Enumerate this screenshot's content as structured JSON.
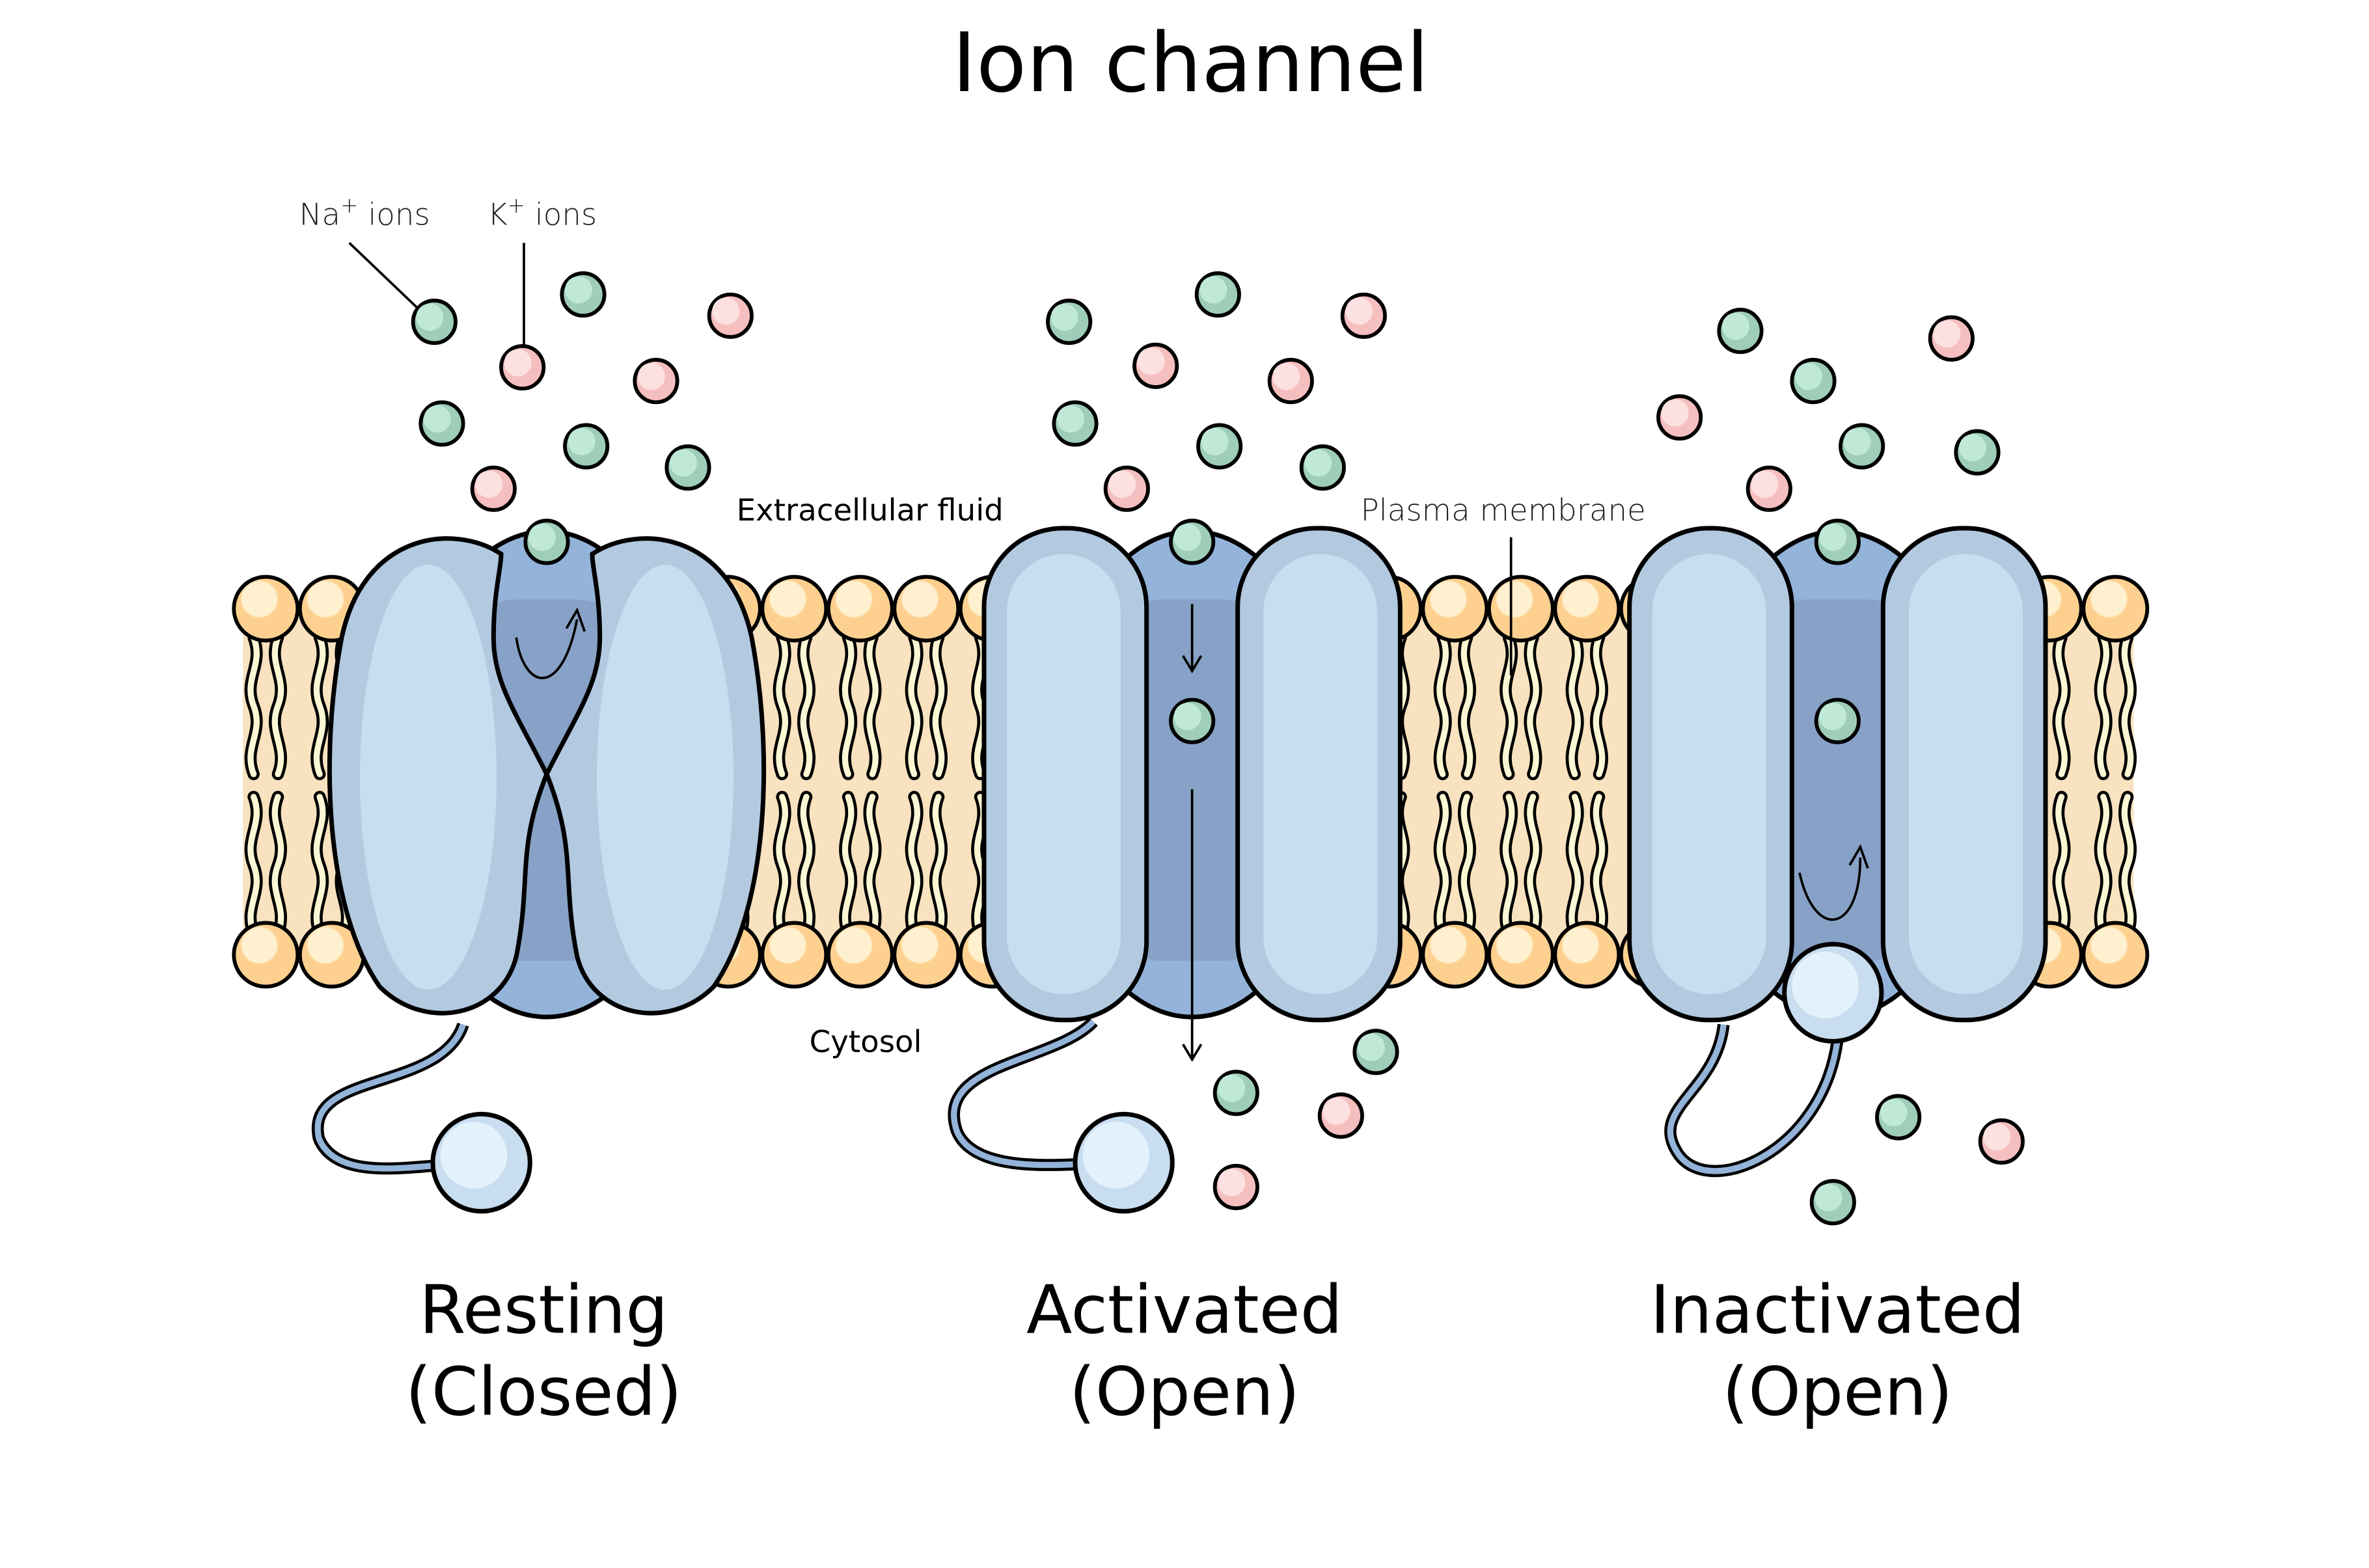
{
  "title": "Ion channel",
  "labels": {
    "na_ions": "Na",
    "na_sup": "+",
    "na_suffix": " ions",
    "k_ions": "K",
    "k_sup": "+",
    "k_suffix": " ions",
    "extracellular": "Extracellular fluid",
    "plasma_membrane": "Plasma membrane",
    "cytosol": "Cytosol"
  },
  "states": [
    {
      "name": "Resting",
      "status": "(Closed)"
    },
    {
      "name": "Activated",
      "status": "(Open)"
    },
    {
      "name": "Inactivated",
      "status": "(Open)"
    }
  ],
  "colors": {
    "na_ion": "#9ecdb8",
    "k_ion": "#f6bfbf",
    "lipid_head": "#fdd08f",
    "lipid_tail": "#fbf6d3",
    "membrane_fill": "#f8e2bf",
    "protein_outer": "#b2c9e0",
    "protein_inner": "#c8ddef",
    "pore": "#93b3d9",
    "pore_dark": "#87a2c6",
    "gate_ball": "#c8ddef"
  }
}
